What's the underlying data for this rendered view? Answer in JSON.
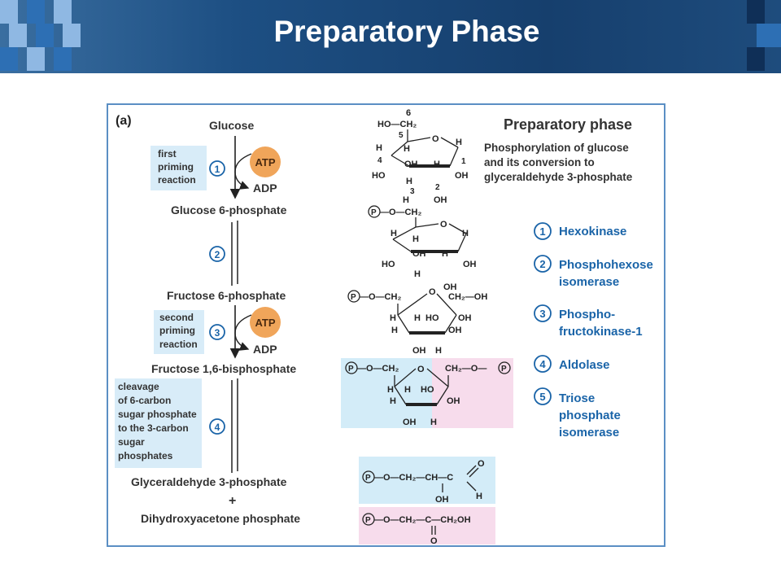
{
  "header": {
    "title": "Preparatory Phase",
    "colors": {
      "bar": "#1d4f83",
      "light_square": "#8fb8e3",
      "mid_square": "#2d6fb4",
      "dark_square": "#0f2f57"
    }
  },
  "figure": {
    "panel_label": "(a)",
    "phase_title": "Preparatory phase",
    "phase_description": [
      "Phosphorylation of glucose",
      "and its conversion to",
      "glyceraldehyde 3-phosphate"
    ],
    "colors": {
      "accent": "#1a64a8",
      "atp": "#f0a55a",
      "note_bg": "#d8ecf8",
      "pink_bg": "#f7dcec",
      "blue_bg": "#d3ecf8"
    },
    "metabolites": {
      "glucose": "Glucose",
      "g6p": "Glucose 6-phosphate",
      "f6p": "Fructose 6-phosphate",
      "f16bp": "Fructose 1,6-bisphosphate",
      "gap": "Glyceraldehyde 3-phosphate",
      "plus": "+",
      "dhap": "Dihydroxyacetone phosphate"
    },
    "cofactors": {
      "atp": "ATP",
      "adp": "ADP"
    },
    "step_numbers": [
      "1",
      "2",
      "3",
      "4",
      "5"
    ],
    "notes": {
      "first_priming": [
        "first",
        "priming",
        "reaction"
      ],
      "second_priming": [
        "second",
        "priming",
        "reaction"
      ],
      "cleavage": [
        "cleavage",
        "of 6-carbon",
        "sugar phosphate",
        "to the 3-carbon",
        "sugar",
        "phosphates"
      ]
    },
    "enzymes": [
      {
        "num": "1",
        "lines": [
          "Hexokinase"
        ]
      },
      {
        "num": "2",
        "lines": [
          "Phosphohexose",
          "isomerase"
        ]
      },
      {
        "num": "3",
        "lines": [
          "Phospho-",
          "fructokinase-1"
        ]
      },
      {
        "num": "4",
        "lines": [
          "Aldolase"
        ]
      },
      {
        "num": "5",
        "lines": [
          "Triose",
          "phosphate",
          "isomerase"
        ]
      }
    ],
    "structures": {
      "P": "P",
      "glucose": {
        "c6": "6",
        "ho_ch2": "HO—CH₂",
        "c5": "5",
        "o": "O",
        "h": "H",
        "c4": "4",
        "c1": "1",
        "ho": "HO",
        "oh": "OH",
        "c3": "3",
        "c2": "2"
      },
      "g6p": {
        "o_ch2": "—O—CH₂",
        "o": "O",
        "h": "H",
        "ho": "HO",
        "oh": "OH"
      },
      "f6p": {
        "o_ch2": "—O—CH₂",
        "o": "O",
        "ch2oh": "CH₂—OH",
        "h": "H",
        "ho": "HO",
        "oh": "OH"
      },
      "f16bp": {
        "o_ch2": "—O—CH₂",
        "o": "O",
        "ch2_o": "CH₂—O—",
        "h": "H",
        "ho": "HO",
        "oh": "OH"
      },
      "gap": {
        "chain": "—O—CH₂—CH—C",
        "o": "O",
        "h": "H",
        "oh": "OH"
      },
      "dhap": {
        "chain": "—O—CH₂—C—CH₂OH",
        "o": "O"
      }
    }
  }
}
